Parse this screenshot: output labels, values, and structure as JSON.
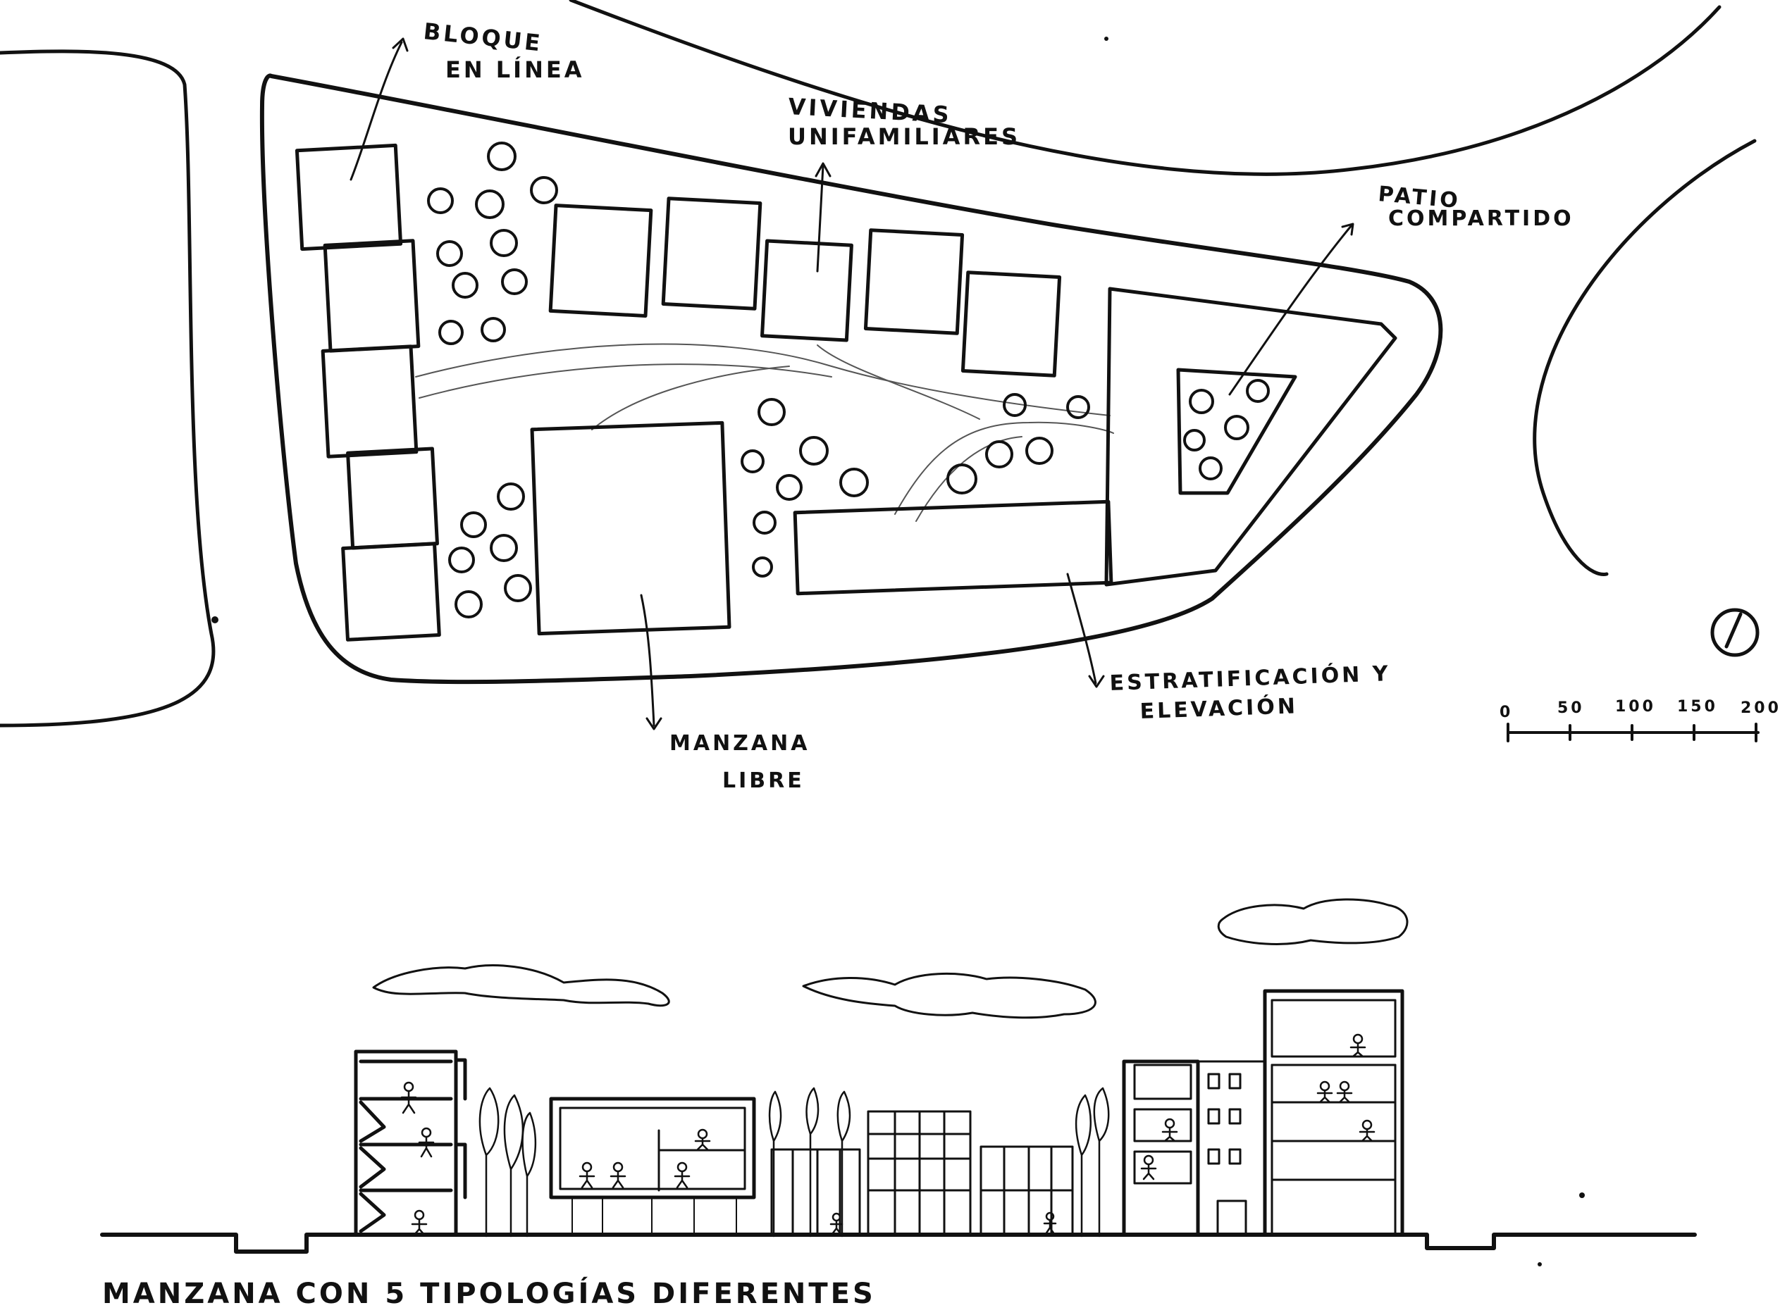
{
  "plan": {
    "labels": {
      "bloque_line1": "BLOQUE",
      "bloque_line2": "EN LÍNEA",
      "viviendas_line1": "VIVIENDAS",
      "viviendas_line2": "UNIFAMILIARES",
      "patio_line1": "PATIO",
      "patio_line2": "COMPARTIDO",
      "manzana_line1": "MANZANA",
      "manzana_line2": "LIBRE",
      "estrat_line1": "ESTRATIFICACIÓN Y",
      "estrat_line2": "ELEVACIÓN"
    },
    "scale_ticks": [
      "0",
      "50",
      "100",
      "150",
      "200"
    ]
  },
  "section": {
    "caption": "MANZANA CON 5 TIPOLOGÍAS DIFERENTES"
  },
  "colors": {
    "ink": "#111111",
    "path": "#555555",
    "paper": "#ffffff"
  },
  "icons": [
    "north-arrow-icon",
    "tree-icon",
    "cloud-icon",
    "person-icon"
  ]
}
